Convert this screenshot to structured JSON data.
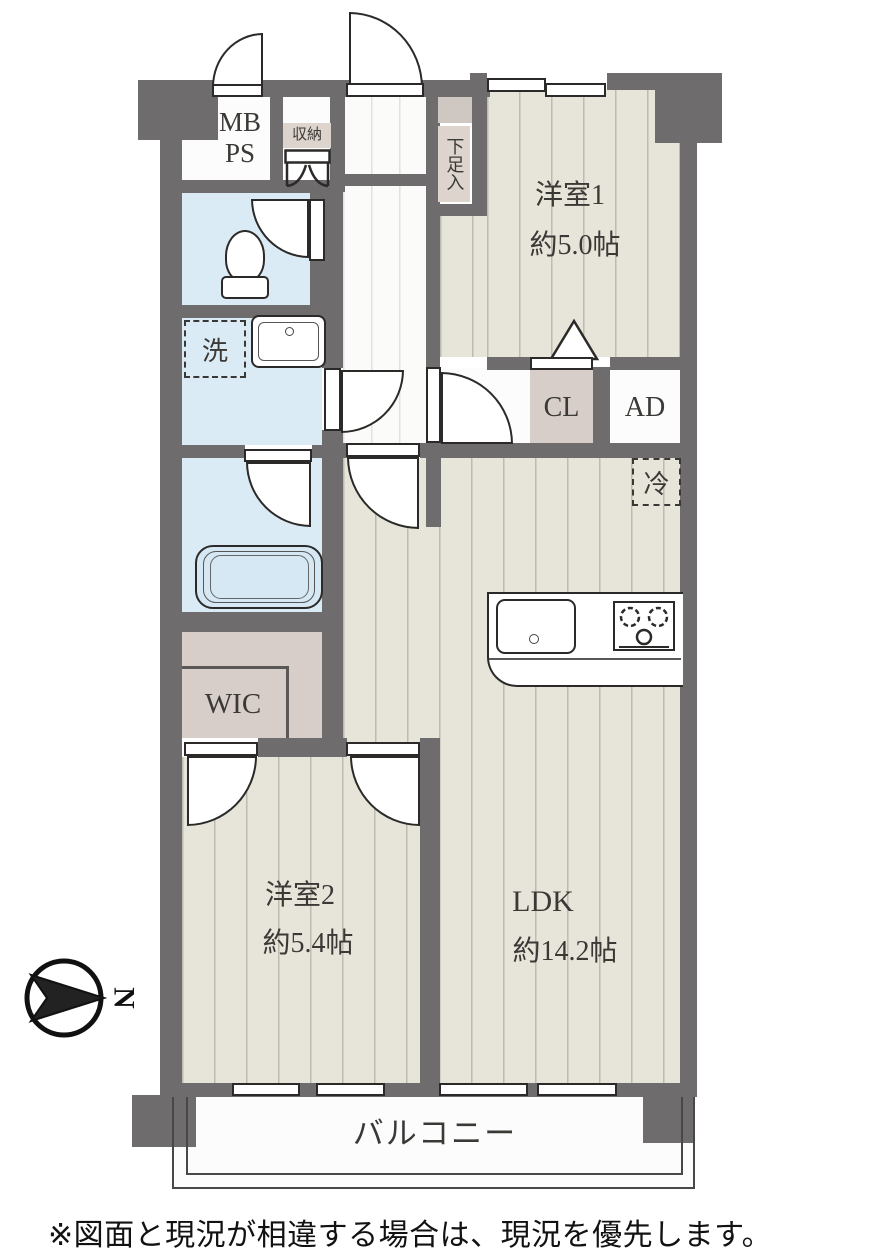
{
  "colors": {
    "wall": "#6E6C6D",
    "water_room": "#DAEBF6",
    "wood_floor": "#E7E5DA",
    "closet": "#D7CEC9",
    "text": "#3B3936"
  },
  "rooms": {
    "mbps": {
      "label": "MB\nPS"
    },
    "storage": {
      "label": "収納"
    },
    "shoe_cabinet": {
      "label": "下足入"
    },
    "western_room1": {
      "name": "洋室1",
      "size": "約5.0帖"
    },
    "closet_cl": {
      "label": "CL"
    },
    "air_duct": {
      "label": "AD"
    },
    "refrigerator": {
      "label": "冷"
    },
    "washer": {
      "label": "洗"
    },
    "wic": {
      "label": "WIC"
    },
    "western_room2": {
      "name": "洋室2",
      "size": "約5.4帖"
    },
    "ldk": {
      "name": "LDK",
      "size": "約14.2帖"
    },
    "balcony": {
      "label": "バルコニー"
    }
  },
  "compass": {
    "label": "N"
  },
  "footer": {
    "disclaimer": "※図面と現況が相違する場合は、現況を優先します。"
  }
}
